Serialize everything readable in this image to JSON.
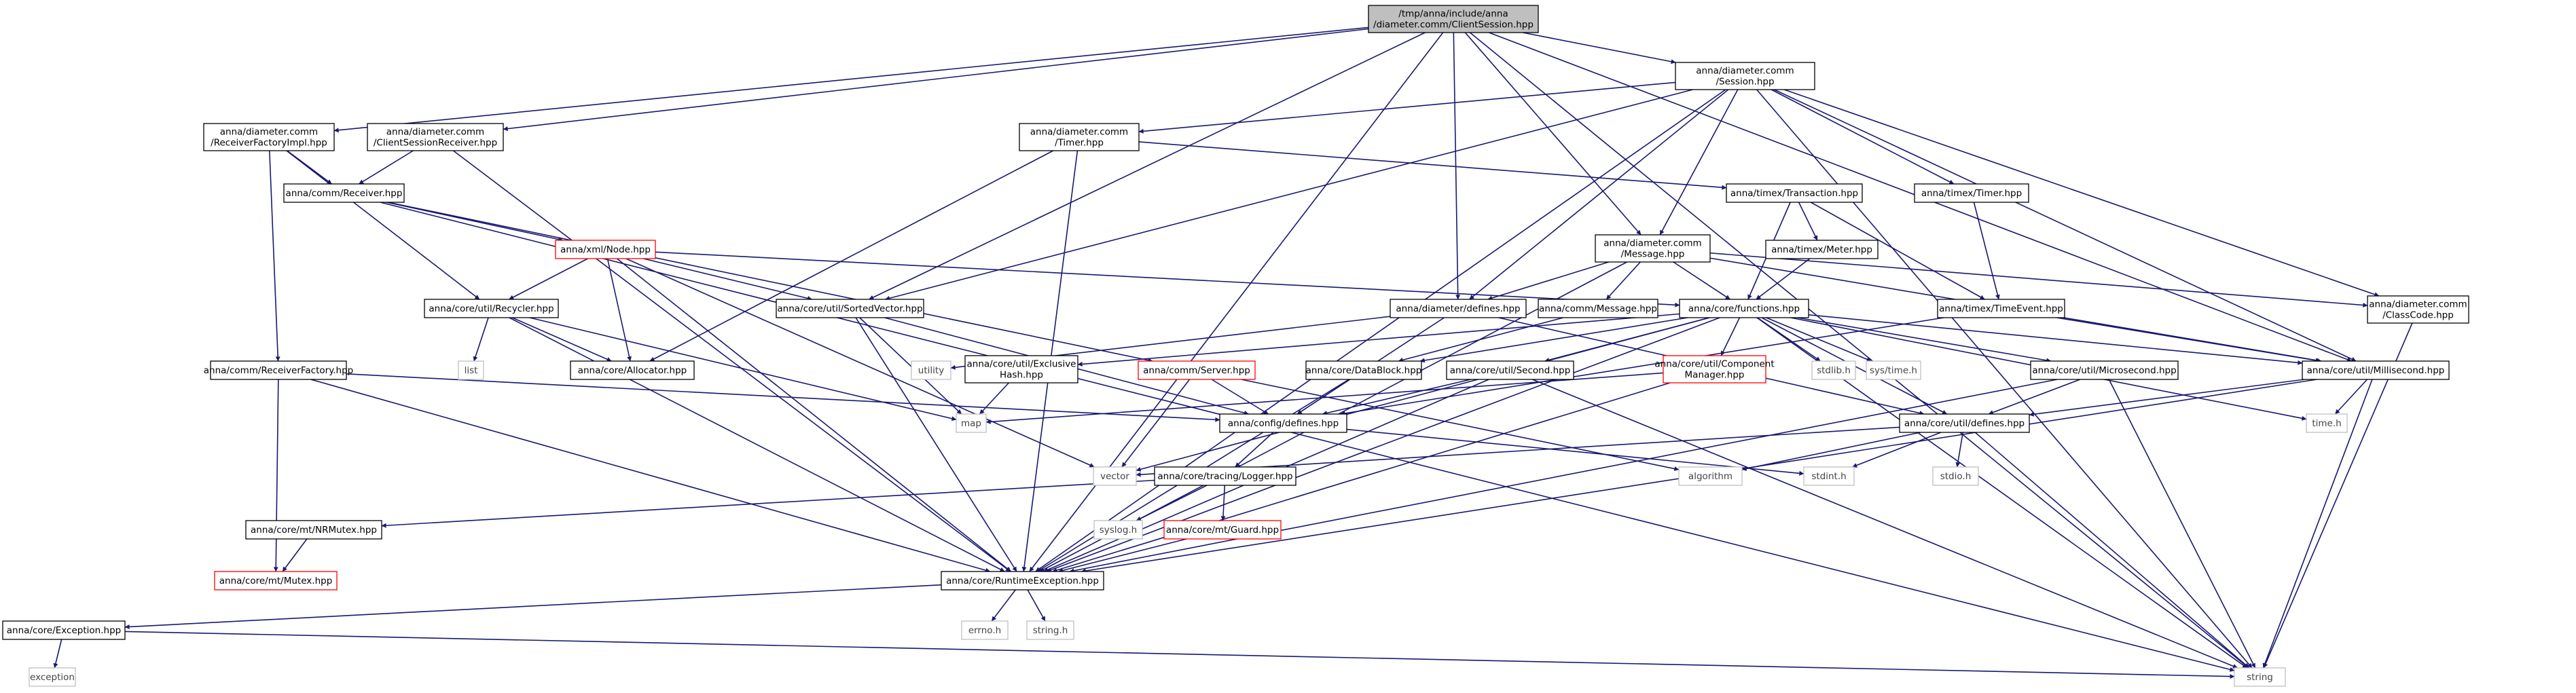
{
  "graph": {
    "type": "include-dependency-graph",
    "colors": {
      "edge": "#191970",
      "root_fill": "#bfbfbf",
      "node_border": "#000000",
      "external_border": "#bfbfbf",
      "missing_border": "#ff0000"
    },
    "nodes": [
      {
        "id": "root",
        "lines": [
          "/tmp/anna/include/anna",
          "/diameter.comm/ClientSession.hpp"
        ],
        "kind": "root"
      },
      {
        "id": "session",
        "lines": [
          "anna/diameter.comm",
          "/Session.hpp"
        ],
        "kind": "normal"
      },
      {
        "id": "rfimpl",
        "lines": [
          "anna/diameter.comm",
          "/ReceiverFactoryImpl.hpp"
        ],
        "kind": "normal"
      },
      {
        "id": "csrecv",
        "lines": [
          "anna/diameter.comm",
          "/ClientSessionReceiver.hpp"
        ],
        "kind": "normal"
      },
      {
        "id": "timerhpp",
        "lines": [
          "anna/diameter.comm",
          "/Timer.hpp"
        ],
        "kind": "normal"
      },
      {
        "id": "commrecv",
        "lines": [
          "anna/comm/Receiver.hpp"
        ],
        "kind": "normal"
      },
      {
        "id": "transaction",
        "lines": [
          "anna/timex/Transaction.hpp"
        ],
        "kind": "normal"
      },
      {
        "id": "timextimer",
        "lines": [
          "anna/timex/Timer.hpp"
        ],
        "kind": "normal"
      },
      {
        "id": "meter",
        "lines": [
          "anna/timex/Meter.hpp"
        ],
        "kind": "normal"
      },
      {
        "id": "xmlnode",
        "lines": [
          "anna/xml/Node.hpp"
        ],
        "kind": "missing"
      },
      {
        "id": "message",
        "lines": [
          "anna/diameter.comm",
          "/Message.hpp"
        ],
        "kind": "normal"
      },
      {
        "id": "recycler",
        "lines": [
          "anna/core/util/Recycler.hpp"
        ],
        "kind": "normal"
      },
      {
        "id": "sortedvec",
        "lines": [
          "anna/core/util/SortedVector.hpp"
        ],
        "kind": "normal"
      },
      {
        "id": "diadefines",
        "lines": [
          "anna/diameter/defines.hpp"
        ],
        "kind": "normal"
      },
      {
        "id": "commmsg",
        "lines": [
          "anna/comm/Message.hpp"
        ],
        "kind": "normal"
      },
      {
        "id": "functions",
        "lines": [
          "anna/core/functions.hpp"
        ],
        "kind": "normal"
      },
      {
        "id": "timeevent",
        "lines": [
          "anna/timex/TimeEvent.hpp"
        ],
        "kind": "normal"
      },
      {
        "id": "classcode",
        "lines": [
          "anna/diameter.comm",
          "/ClassCode.hpp"
        ],
        "kind": "normal"
      },
      {
        "id": "list",
        "lines": [
          "list"
        ],
        "kind": "system"
      },
      {
        "id": "allocator",
        "lines": [
          "anna/core/Allocator.hpp"
        ],
        "kind": "normal"
      },
      {
        "id": "rfactory",
        "lines": [
          "anna/comm/ReceiverFactory.hpp"
        ],
        "kind": "normal"
      },
      {
        "id": "utility",
        "lines": [
          "utility"
        ],
        "kind": "system"
      },
      {
        "id": "exclhash",
        "lines": [
          "anna/core/util/Exclusive",
          "Hash.hpp"
        ],
        "kind": "normal"
      },
      {
        "id": "server",
        "lines": [
          "anna/comm/Server.hpp"
        ],
        "kind": "missing"
      },
      {
        "id": "datablock",
        "lines": [
          "anna/core/DataBlock.hpp"
        ],
        "kind": "normal"
      },
      {
        "id": "second",
        "lines": [
          "anna/core/util/Second.hpp"
        ],
        "kind": "normal"
      },
      {
        "id": "compmgr",
        "lines": [
          "anna/core/util/Component",
          "Manager.hpp"
        ],
        "kind": "missing"
      },
      {
        "id": "stdlib",
        "lines": [
          "stdlib.h"
        ],
        "kind": "system"
      },
      {
        "id": "systime",
        "lines": [
          "sys/time.h"
        ],
        "kind": "system"
      },
      {
        "id": "microsec",
        "lines": [
          "anna/core/util/Microsecond.hpp"
        ],
        "kind": "normal"
      },
      {
        "id": "millisec",
        "lines": [
          "anna/core/util/Millisecond.hpp"
        ],
        "kind": "normal"
      },
      {
        "id": "map",
        "lines": [
          "map"
        ],
        "kind": "system"
      },
      {
        "id": "configdef",
        "lines": [
          "anna/config/defines.hpp"
        ],
        "kind": "normal"
      },
      {
        "id": "utildef",
        "lines": [
          "anna/core/util/defines.hpp"
        ],
        "kind": "normal"
      },
      {
        "id": "timeh",
        "lines": [
          "time.h"
        ],
        "kind": "system"
      },
      {
        "id": "vector",
        "lines": [
          "vector"
        ],
        "kind": "system"
      },
      {
        "id": "algorithm",
        "lines": [
          "algorithm"
        ],
        "kind": "system"
      },
      {
        "id": "stdint",
        "lines": [
          "stdint.h"
        ],
        "kind": "system"
      },
      {
        "id": "stdio",
        "lines": [
          "stdio.h"
        ],
        "kind": "system"
      },
      {
        "id": "logger",
        "lines": [
          "anna/core/tracing/Logger.hpp"
        ],
        "kind": "normal"
      },
      {
        "id": "nrmutex",
        "lines": [
          "anna/core/mt/NRMutex.hpp"
        ],
        "kind": "normal"
      },
      {
        "id": "syslog",
        "lines": [
          "syslog.h"
        ],
        "kind": "system"
      },
      {
        "id": "guard",
        "lines": [
          "anna/core/mt/Guard.hpp"
        ],
        "kind": "missing"
      },
      {
        "id": "mutex",
        "lines": [
          "anna/core/mt/Mutex.hpp"
        ],
        "kind": "missing"
      },
      {
        "id": "rtexc",
        "lines": [
          "anna/core/RuntimeException.hpp"
        ],
        "kind": "normal"
      },
      {
        "id": "exception",
        "lines": [
          "anna/core/Exception.hpp"
        ],
        "kind": "normal"
      },
      {
        "id": "errno",
        "lines": [
          "errno.h"
        ],
        "kind": "system"
      },
      {
        "id": "stringh",
        "lines": [
          "string.h"
        ],
        "kind": "system"
      },
      {
        "id": "exceptionstd",
        "lines": [
          "exception"
        ],
        "kind": "system"
      },
      {
        "id": "string",
        "lines": [
          "string"
        ],
        "kind": "system"
      }
    ]
  }
}
